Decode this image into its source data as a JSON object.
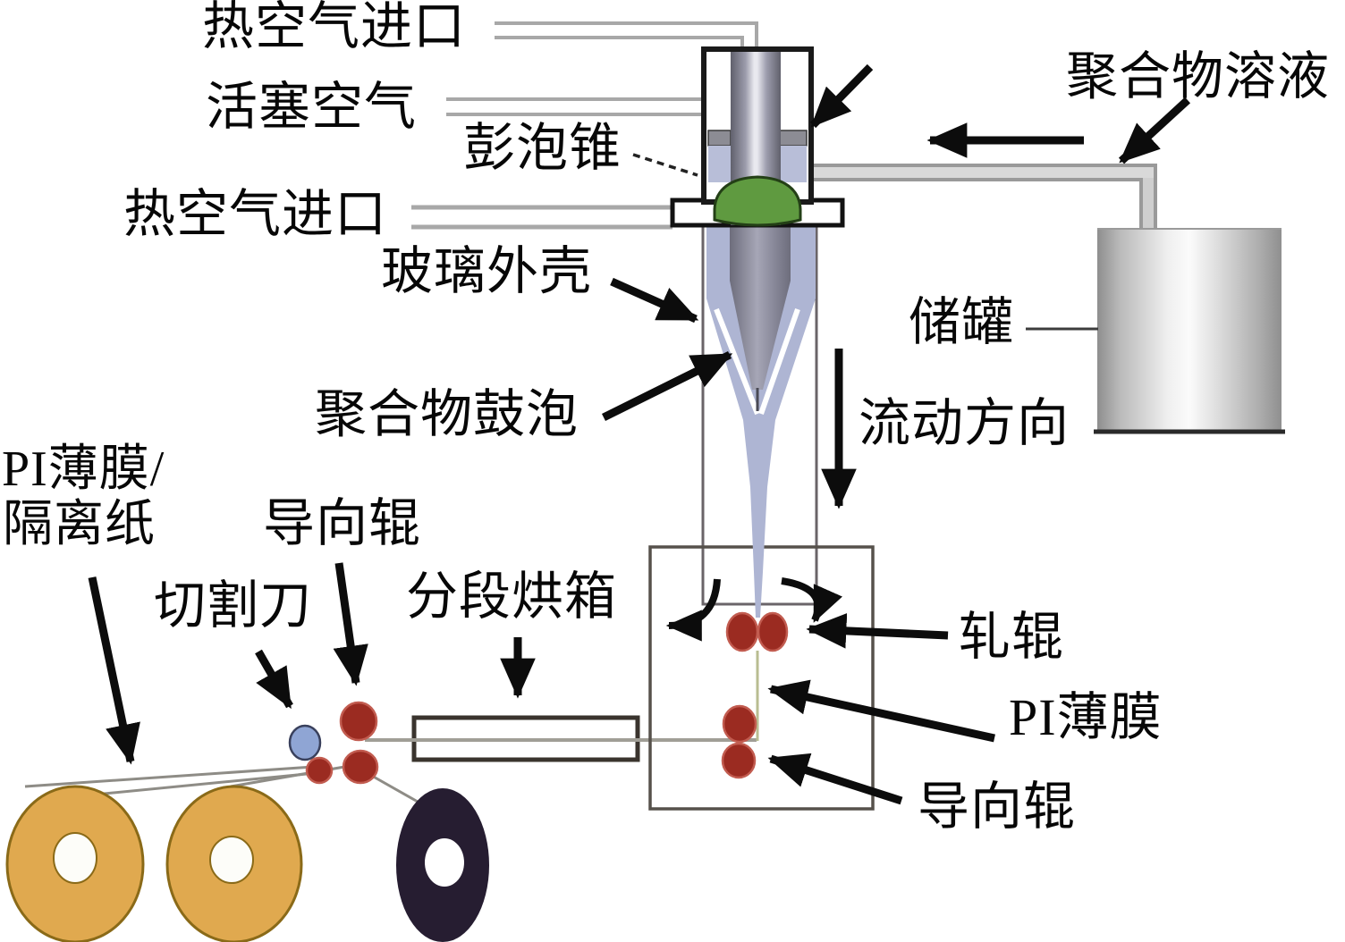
{
  "labels": {
    "hot_air_inlet_top": "热空气进口",
    "piston_air": "活塞空气",
    "bubble_cone": "彭泡锥",
    "hot_air_inlet_mid": "热空气进口",
    "glass_shell": "玻璃外壳",
    "polymer_bubble": "聚合物鼓泡",
    "polymer_solution": "聚合物溶液",
    "storage_tank": "储罐",
    "flow_direction": "流动方向",
    "pi_film_separator_line1": "PI薄膜/",
    "pi_film_separator_line2": "隔离纸",
    "guide_roller_left": "导向辊",
    "cutting_knife": "切割刀",
    "segmented_oven": "分段烘箱",
    "nip_roller": "轧辊",
    "pi_film": "PI薄膜",
    "guide_roller_right": "导向辊"
  },
  "colors": {
    "bubble_cone_green": "#5f9a40",
    "polymer_bubble_blue": "#aeb5d3",
    "roller_red": "#9b2b21",
    "cutting_knife_blue": "#8fa5d4",
    "film_spool_yellow": "#e0a94f",
    "takeup_spool_black": "#261d31",
    "pipe_gray": "#a8a8a8",
    "arrow_black": "#0c0c0c"
  }
}
